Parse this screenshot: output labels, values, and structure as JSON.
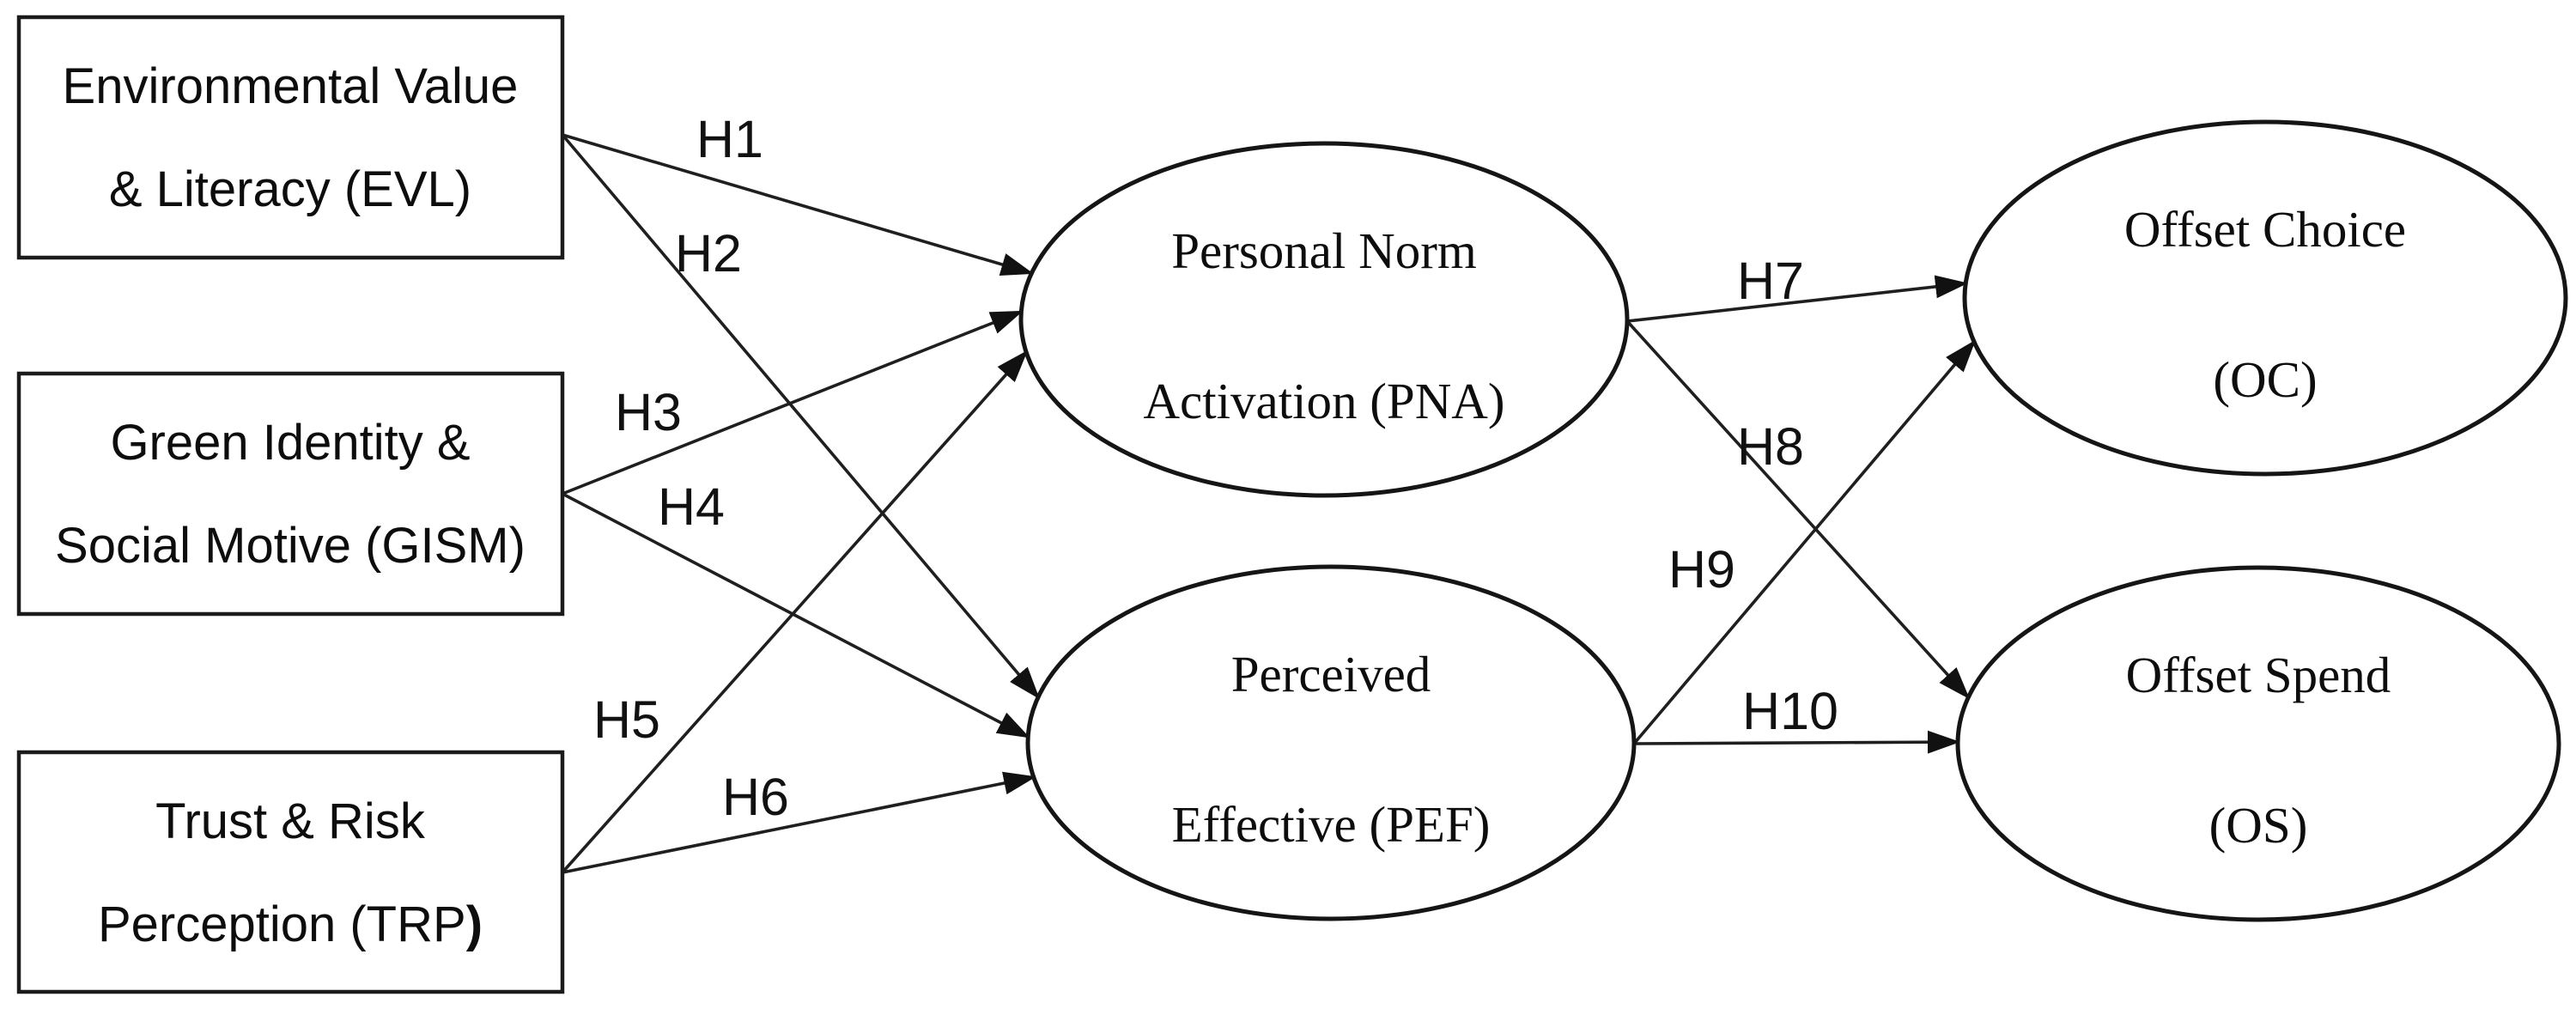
{
  "figure": {
    "background": "#ffffff",
    "stroke_color": "#1b1b1b",
    "text_color": "#0d0d0d",
    "type": "hypothesis-path-model"
  },
  "nodes": {
    "evl": {
      "shape": "rectangle",
      "line1": "Environmental Value",
      "line2": "& Literacy (EVL)"
    },
    "gism": {
      "shape": "rectangle",
      "line1": "Green Identity &",
      "line2": "Social Motive (GISM)"
    },
    "trp": {
      "shape": "rectangle",
      "line1": "Trust & Risk",
      "line2": "Perception (TRP",
      "line2_suffix": ")"
    },
    "pna": {
      "shape": "ellipse",
      "line1": "Personal Norm",
      "line2": "Activation (PNA)"
    },
    "pef": {
      "shape": "ellipse",
      "line1": "Perceived",
      "line2": "Effective (PEF)"
    },
    "oc": {
      "shape": "ellipse",
      "line1": "Offset Choice",
      "line2": "(OC)"
    },
    "os": {
      "shape": "ellipse",
      "line1": "Offset Spend",
      "line2": "(OS)"
    }
  },
  "paths": {
    "h1": {
      "label": "H1",
      "from": "EVL",
      "to": "PNA"
    },
    "h2": {
      "label": "H2",
      "from": "EVL",
      "to": "PEF"
    },
    "h3": {
      "label": "H3",
      "from": "GISM",
      "to": "PNA"
    },
    "h4": {
      "label": "H4",
      "from": "GISM",
      "to": "PEF"
    },
    "h5": {
      "label": "H5",
      "from": "TRP",
      "to": "PNA"
    },
    "h6": {
      "label": "H6",
      "from": "TRP",
      "to": "PEF"
    },
    "h7": {
      "label": "H7",
      "from": "PNA",
      "to": "OC"
    },
    "h8": {
      "label": "H8",
      "from": "PNA",
      "to": "OS"
    },
    "h9": {
      "label": "H9",
      "from": "PEF",
      "to": "OC"
    },
    "h10": {
      "label": "H10",
      "from": "PEF",
      "to": "OS"
    }
  }
}
